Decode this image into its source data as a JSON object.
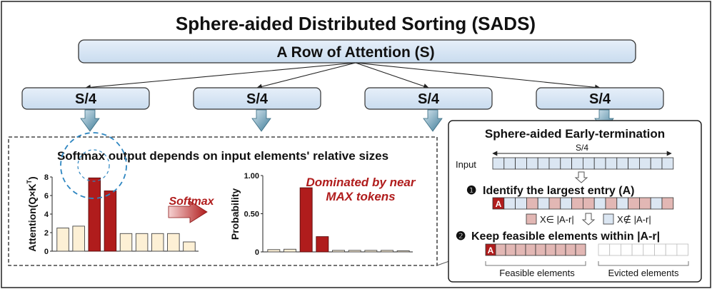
{
  "title": "Sphere-aided Distributed Sorting (SADS)",
  "row_label": "A Row of Attention (S)",
  "chunk_label": "S/4",
  "chunk_count": 4,
  "softmax_panel": {
    "title": "Softmax output depends on input elements' relative sizes",
    "arrow_label": "Softmax",
    "annotation_line1": "Dominated by near",
    "annotation_line2": "MAX tokens"
  },
  "early_termination_panel": {
    "title": "Sphere-aided Early-termination",
    "span_label": "S/4",
    "input_label": "Input",
    "step1_marker": "❶",
    "step1_text": "Identify the largest entry (A)",
    "largest_cell_label": "A",
    "legend_in": "X∈ |A-r|",
    "legend_out": "X∉ |A-r|",
    "step2_marker": "❷",
    "step2_text": "Keep feasible elements within |A-r|",
    "feasible_label": "Feasible elements",
    "evicted_label": "Evicted elements",
    "input_cells": 16,
    "feasible_cells": 10,
    "evicted_cells": 8
  },
  "colors": {
    "box_fill": "#dce9f6",
    "cell_fill": "#dbe6f2",
    "highlight_red": "#b01c1c",
    "pale_bar": "#fdf0d5",
    "pink": "#e2b7b4",
    "dashed_circle": "#2e86c1",
    "arrow_dark": "#3f7c98"
  },
  "chart_data": [
    {
      "type": "bar",
      "title": "",
      "xlabel": "",
      "ylabel": "Attention(Q×K",
      "ylabel_superscript": "T",
      "ylabel_close": ")",
      "ylim": [
        0,
        8
      ],
      "yticks": [
        "0",
        "2",
        "4",
        "6",
        "8"
      ],
      "values": [
        2.5,
        2.7,
        7.9,
        6.5,
        1.9,
        1.9,
        1.9,
        1.9,
        1.0
      ],
      "highlight": [
        false,
        false,
        true,
        true,
        false,
        false,
        false,
        false,
        false
      ],
      "grid": false,
      "legend": "none"
    },
    {
      "type": "bar",
      "title": "",
      "xlabel": "",
      "ylabel": "Probability",
      "ylim": [
        0,
        1
      ],
      "yticks": [
        "0",
        "0.50",
        "1.00"
      ],
      "values": [
        0.03,
        0.035,
        0.84,
        0.2,
        0.02,
        0.02,
        0.02,
        0.02,
        0.015
      ],
      "highlight": [
        false,
        false,
        true,
        true,
        false,
        false,
        false,
        false,
        false
      ],
      "grid": false,
      "legend": "none"
    }
  ]
}
